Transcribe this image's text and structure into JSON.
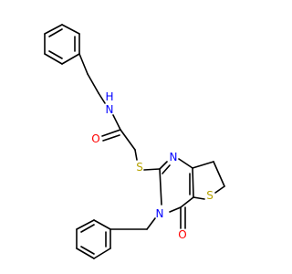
{
  "molecule": {
    "atoms": {
      "N": {
        "text": "N",
        "color": "#0000ff"
      },
      "H": {
        "text": "H",
        "color": "#0000ff"
      },
      "O": {
        "text": "O",
        "color": "#ff0000"
      },
      "S": {
        "text": "S",
        "color": "#b5a200"
      }
    }
  }
}
